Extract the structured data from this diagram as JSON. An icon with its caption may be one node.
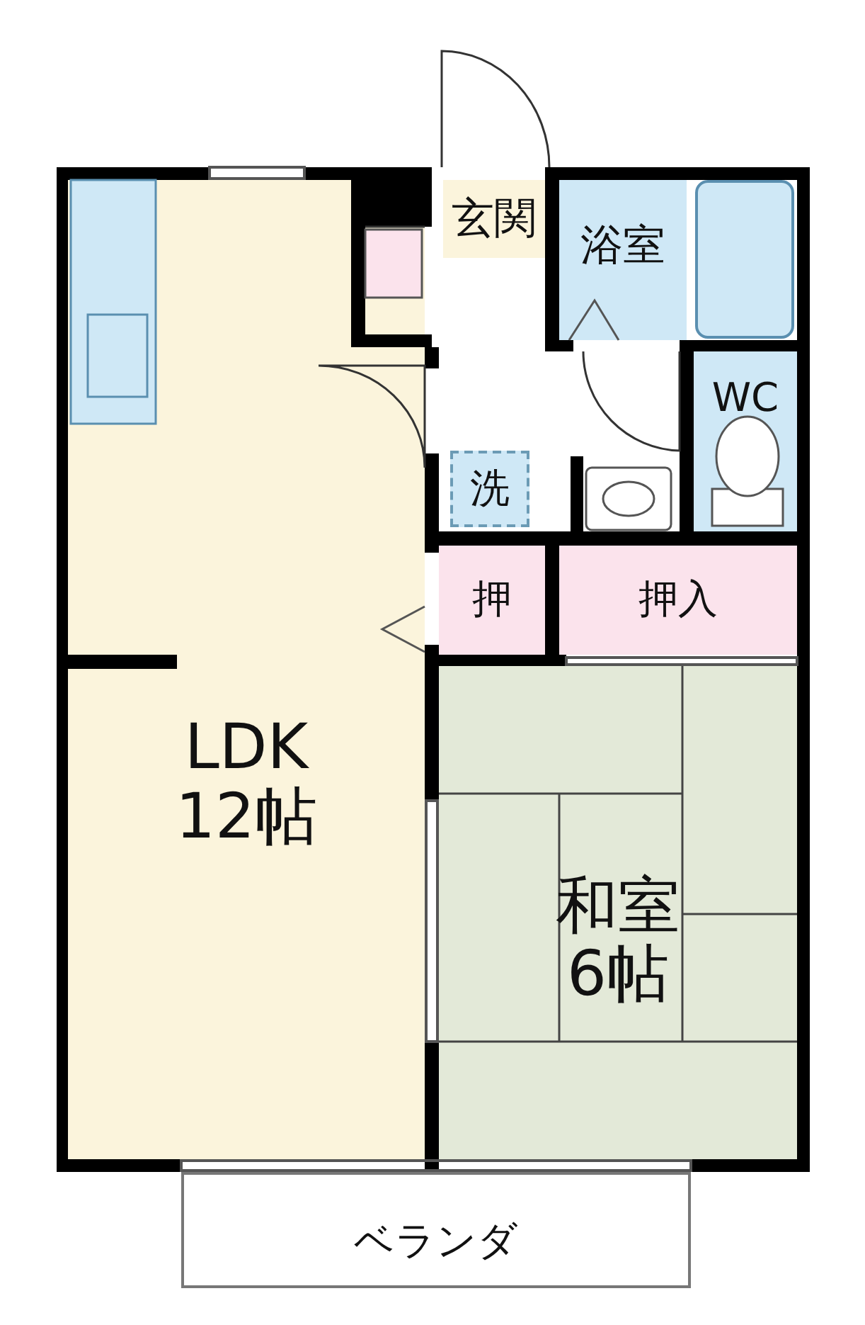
{
  "diagram": {
    "nodes": [
      {
        "text": [
          "玄関"
        ]
      },
      {
        "text": [
          "浴室"
        ]
      },
      {
        "text": [
          "WC"
        ]
      },
      {
        "text": [
          "洗"
        ]
      },
      {
        "text": [
          "押"
        ]
      },
      {
        "text": [
          "押入"
        ]
      },
      {
        "text": [
          "LDK 12帖"
        ]
      },
      {
        "text": [
          "和室 6帖"
        ]
      },
      {
        "text": [
          "ベランダ"
        ]
      }
    ],
    "edges": []
  }
}
